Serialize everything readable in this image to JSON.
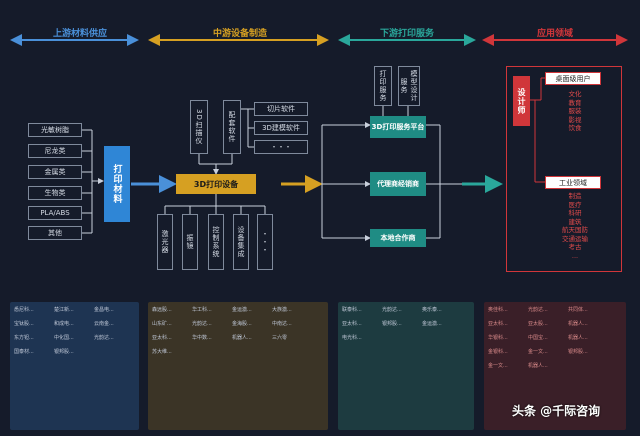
{
  "headers": {
    "upstream": "上游材料供应",
    "midstream": "中游设备制造",
    "downstream": "下游打印服务",
    "application": "应用领域"
  },
  "colors": {
    "upstream": "#4a90d9",
    "midstream": "#d6a022",
    "downstream": "#2aa79b",
    "application": "#d0363a"
  },
  "materials": [
    "光敏树脂",
    "尼龙类",
    "金属类",
    "生物类",
    "PLA/ABS",
    "其他"
  ],
  "print_material_label": "打印材料",
  "device_label": "3D打印设备",
  "scanner_label": "3D扫描仪",
  "software_label": "配套软件",
  "software_items": [
    "切片软件",
    "3D建模软件",
    "・・・"
  ],
  "components": [
    "激光器",
    "振镜",
    "控制系统",
    "设备集成",
    "・・・"
  ],
  "services_small": [
    "打印服务",
    "模型设计服务"
  ],
  "service_boxes": [
    "3D打印服务平台",
    "代理商经销商",
    "本地合作商"
  ],
  "designer_label": "设计师",
  "app_desktop": "桌面级用户",
  "desktop_items": [
    "文化",
    "教育",
    "服装",
    "影视",
    "饮食"
  ],
  "app_industrial": "工业领域",
  "industrial_items": [
    "制造",
    "医疗",
    "科研",
    "建筑",
    "航天国防",
    "交通运输",
    "考古",
    "..."
  ],
  "panel1_items": [
    "悉尼科...",
    "楚江新...",
    "金昌电...",
    "宝钛股...",
    "和成电...",
    "云南金...",
    "东方钽...",
    "中化国...",
    "光韵达...",
    "国泰材...",
    "银邦股..."
  ],
  "panel2_items": [
    "森远股...",
    "华工科...",
    "金运激...",
    "大族激...",
    "山东矿...",
    "光韵达...",
    "金海股...",
    "中南达...",
    "亚太科...",
    "华中数...",
    "机器人...",
    "三六零",
    "苏大维..."
  ],
  "panel3_items": [
    "联泰科...",
    "光韵达...",
    "奥乐泰...",
    "亚太科...",
    "银邦股...",
    "金运激...",
    "电光科..."
  ],
  "panel4_items": [
    "奥佳科...",
    "光韵达...",
    "共同体...",
    "亚太科...",
    "亚太股...",
    "机器人...",
    "华银科...",
    "中国宝...",
    "机器人...",
    "金银科...",
    "金一文...",
    "银邦股...",
    "金一文...",
    "机器人..."
  ],
  "watermark": "头条 @千际咨询"
}
